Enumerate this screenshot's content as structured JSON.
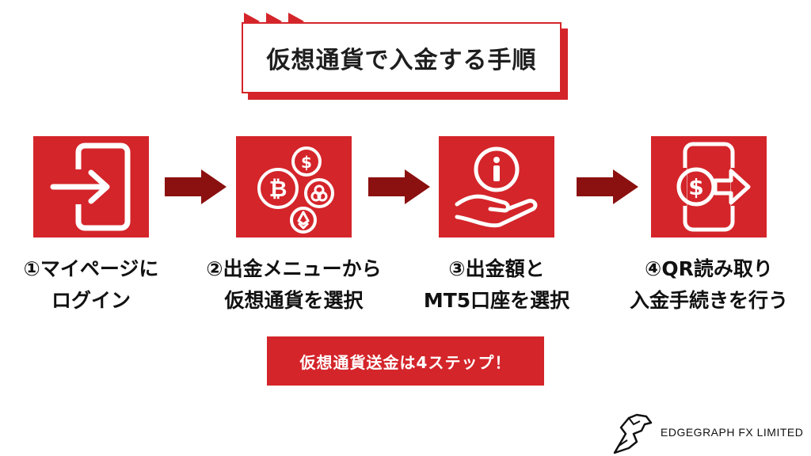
{
  "title": "仮想通貨で入金する手順",
  "steps": [
    {
      "icon": "login-icon",
      "line1": "①マイページに",
      "line2": "ログイン"
    },
    {
      "icon": "crypto-coins-icon",
      "line1": "②出金メニューから",
      "line2": "仮想通貨を選択"
    },
    {
      "icon": "info-hand-icon",
      "line1": "③出金額と",
      "line2": "MT5口座を選択"
    },
    {
      "icon": "qr-payment-icon",
      "line1": "④QR読み取り",
      "line2": "入金手続きを行う"
    }
  ],
  "banner": "仮想通貨送金は4ステップ！",
  "brand": {
    "name": "EDGEGRAPH FX LIMITED",
    "logo_icon": "horse-head-logo-icon"
  },
  "colors": {
    "accent": "#d4252a",
    "arrow": "#8b1010",
    "text": "#111111"
  }
}
